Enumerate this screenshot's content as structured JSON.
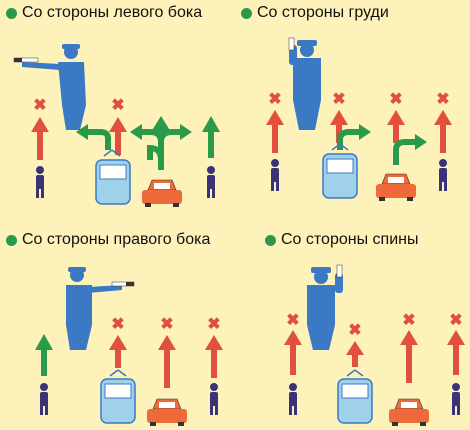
{
  "colors": {
    "background": "#fdf2b9",
    "dot": "#2a9a4a",
    "allowed_arrow": "#2a9a4a",
    "forbidden_arrow": "#e0503c",
    "forbidden_cross": "#e0503c",
    "officer": "#3b79c4",
    "pedestrian": "#3a3377",
    "tram": "#9fd2ea",
    "car": "#ee6a3a"
  },
  "panels": [
    {
      "title": "Со стороны левого бока"
    },
    {
      "title": "Со стороны груди"
    },
    {
      "title": "Со стороны правого бока"
    },
    {
      "title": "Со стороны спины"
    }
  ]
}
